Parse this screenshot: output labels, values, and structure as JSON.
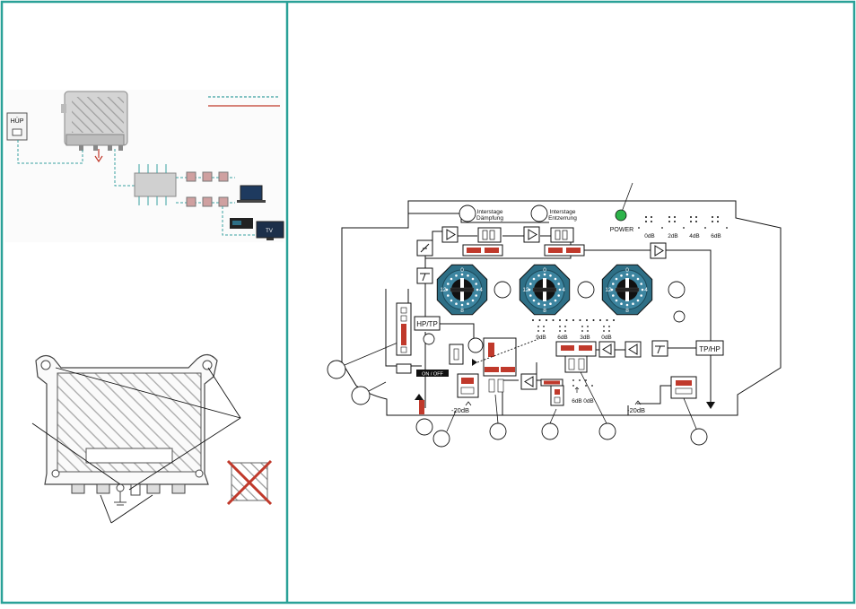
{
  "colors": {
    "frame": "#2aa198",
    "line": "#111111",
    "coax": "#3aa0a0",
    "ground": "#c0392b",
    "jumper": "#c0392b",
    "knob": "#2e6f86",
    "led": "#2db34a"
  },
  "legend": {
    "line1": "",
    "line2": ""
  },
  "left_top": {
    "hup_label": "HÜP",
    "tv_label": "TV"
  },
  "board": {
    "interstage_daempfung": [
      "Interstage",
      "Dämpfung"
    ],
    "interstage_entzerrung": [
      "Interstage",
      "Entzerrung"
    ],
    "power_label": "POWER",
    "power_db": [
      "0dB",
      "2dB",
      "4dB",
      "6dB"
    ],
    "hp_tp": "HP/TP",
    "tp_hp": "TP/HP",
    "on_off": "ON / OFF",
    "att_mid": [
      "9dB",
      "6dB",
      "3dB",
      "0dB"
    ],
    "att_right": [
      "6dB",
      "0dB"
    ],
    "minus20_a": "-20dB",
    "minus20_b": "-20dB",
    "knob_top": "0",
    "knob_right": "4",
    "knob_bottom": "8",
    "knob_left": "12"
  }
}
